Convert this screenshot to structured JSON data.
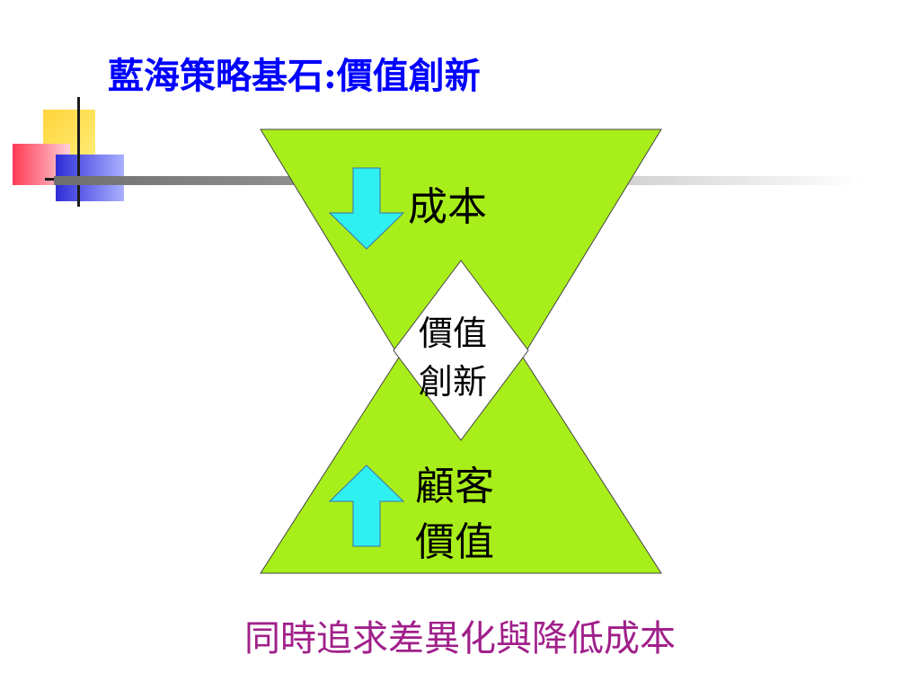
{
  "slide": {
    "title": "藍海策略基石:價值創新",
    "caption": "同時追求差異化與降低成本"
  },
  "diagram": {
    "top_label": "成本",
    "center_label_line1": "價值",
    "center_label_line2": "創新",
    "bottom_label_line1": "顧客",
    "bottom_label_line2": "價值",
    "top_arrow_direction": "down",
    "bottom_arrow_direction": "up"
  },
  "colors": {
    "title": "#0000ff",
    "caption": "#a0208a",
    "triangle_fill": "#a8ee1a",
    "arrow_fill": "#2ff0f0",
    "diamond_fill": "#ffffff"
  }
}
